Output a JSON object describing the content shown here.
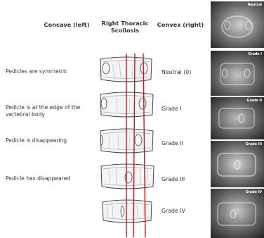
{
  "headers": {
    "concave": "Concave (left)",
    "center_line1": "Right Thoracic",
    "center_line2": "Scoliosis",
    "convex": "Convex (right)"
  },
  "rows": [
    {
      "label": "Pedicles are symmetric",
      "grade": "Neutral (0)",
      "xray_label": "Neutral"
    },
    {
      "label": "Pedicle is at the edge of the vertebral body",
      "grade": "Grade I",
      "xray_label": "Grade I"
    },
    {
      "label": "Pedicle is disappearing",
      "grade": "Grade II",
      "xray_label": "Grade II"
    },
    {
      "label": "Pedicle has disappeared",
      "grade": "Grade III",
      "xray_label": "Grade III"
    },
    {
      "label": "",
      "grade": "Grade IV",
      "xray_label": "Grade IV"
    }
  ],
  "colors": {
    "red_line": "#b71c1c",
    "vertebra_stroke": "#444444",
    "vertebra_fill": "#f4f4f4"
  }
}
